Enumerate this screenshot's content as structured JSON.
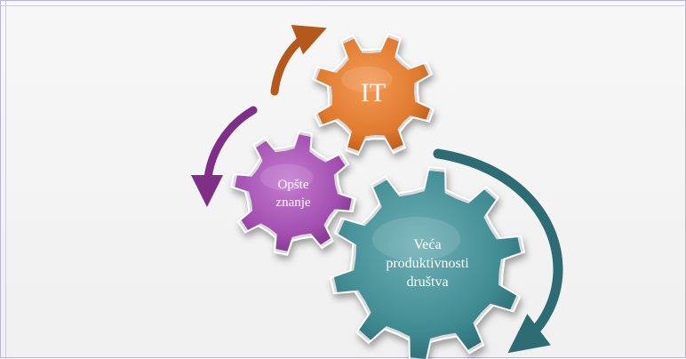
{
  "diagram": {
    "gears": [
      {
        "id": "it",
        "label": "IT",
        "color": "#e07a2e"
      },
      {
        "id": "general-knowledge",
        "label_lines": [
          "Opšte",
          "znanje"
        ],
        "color": "#a24fb0"
      },
      {
        "id": "productivity",
        "label_lines": [
          "Veća",
          "produktivnosti",
          "društva"
        ],
        "color": "#3f8b92"
      }
    ],
    "arrows": [
      {
        "id": "orange-arrow",
        "color": "#b5581c"
      },
      {
        "id": "purple-arrow",
        "color": "#7f2f86"
      },
      {
        "id": "teal-arrow",
        "color": "#2e6c73"
      }
    ]
  }
}
